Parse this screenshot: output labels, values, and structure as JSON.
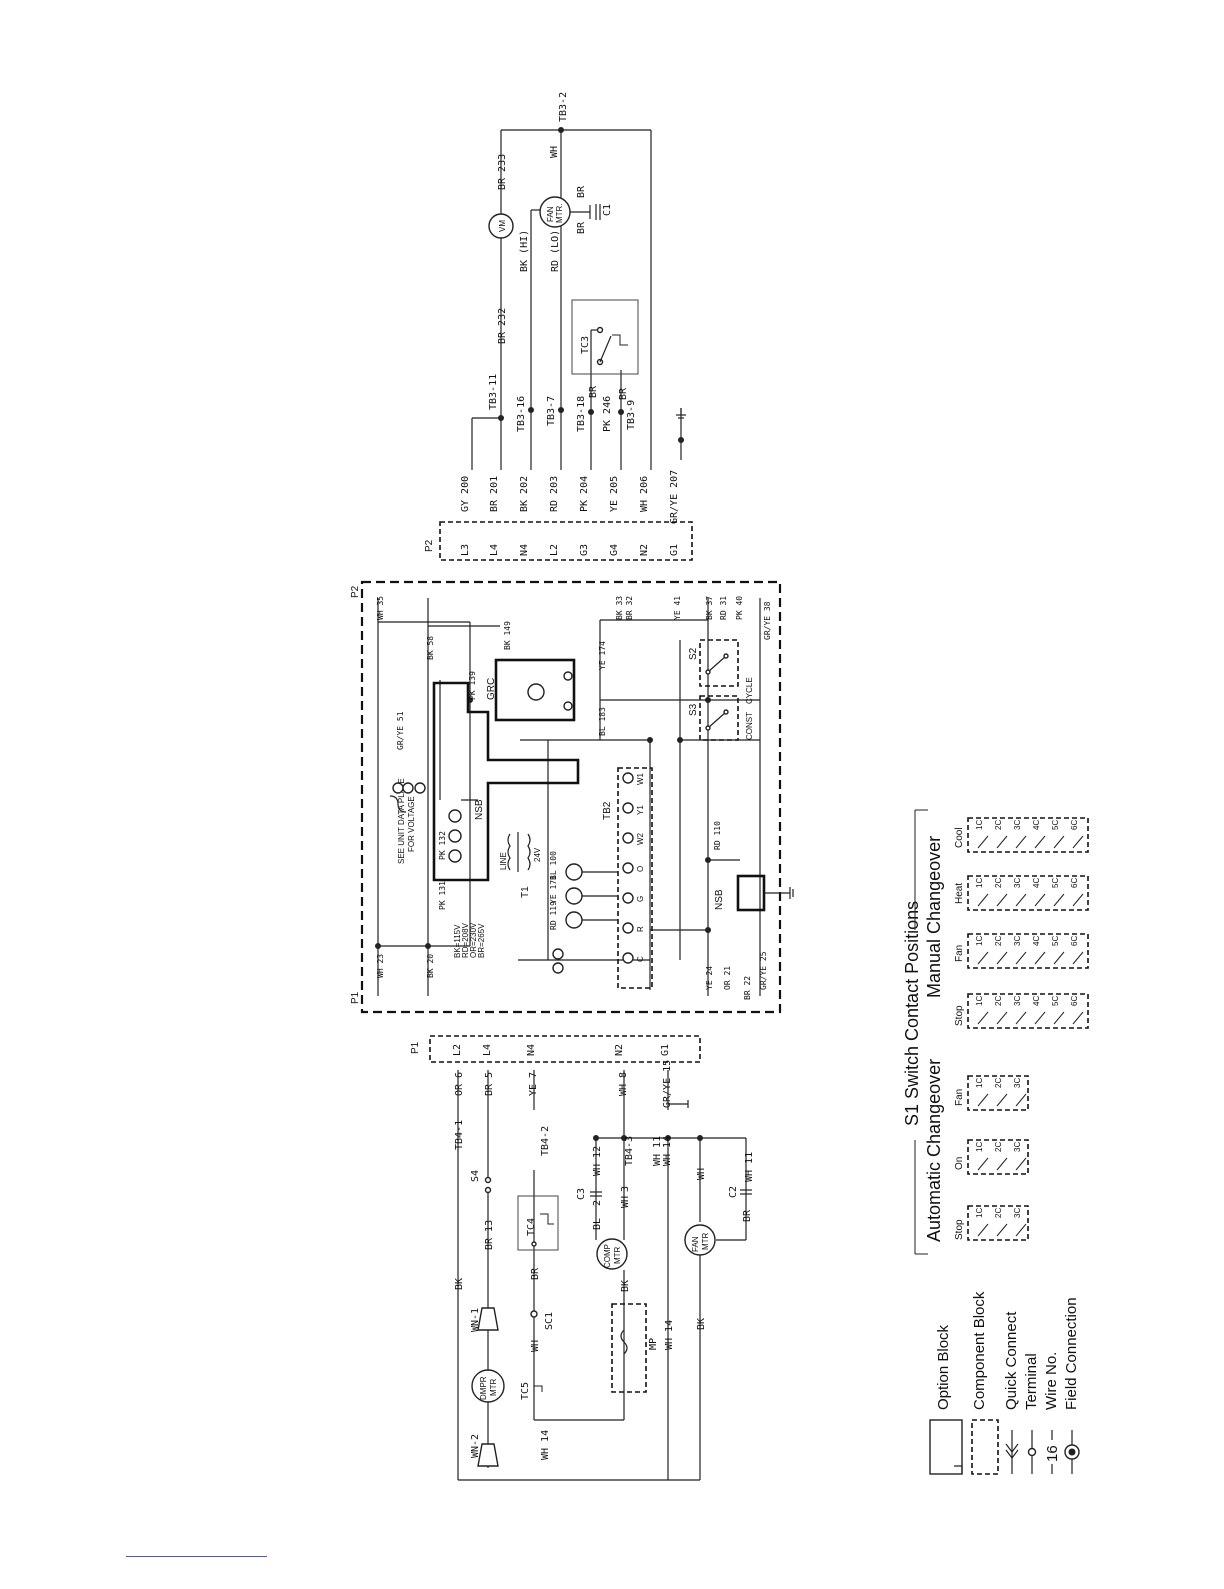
{
  "p2_connector": {
    "label": "P2",
    "pins": [
      {
        "pin": "L3",
        "wire": "GY 200"
      },
      {
        "pin": "L4",
        "wire": "BR 201"
      },
      {
        "pin": "N4",
        "wire": "BK 202"
      },
      {
        "pin": "L2",
        "wire": "RD 203"
      },
      {
        "pin": "G3",
        "wire": "PK 204"
      },
      {
        "pin": "G4",
        "wire": "YE 205"
      },
      {
        "pin": "N2",
        "wire": "WH 206"
      },
      {
        "pin": "G1",
        "wire": "GR/YE 207"
      }
    ]
  },
  "top_circuit": {
    "tb3_11": "TB3-11",
    "tb3_16": "TB3-16",
    "tb3_7": "TB3-7",
    "tb3_18": "TB3-18",
    "tb3_9": "TB3-9",
    "tb3_2": "TB3-2",
    "br232": "BR 232",
    "br233": "BR 233",
    "bk_hi": "BK (HI)",
    "rd_lo": "RD (LO)",
    "pk246": "PK 246",
    "br": "BR",
    "wh": "WH",
    "vm": "VM",
    "fan_mtr_1": "FAN",
    "fan_mtr_2": "MTR.",
    "c1": "C1",
    "tc3": "TC3"
  },
  "center_panel": {
    "p1": "P1",
    "p2": "P2",
    "nsb": "NSB",
    "grc": "GRC",
    "tb2": "TB2",
    "t1": "T1",
    "line": "LINE",
    "v24": "24V",
    "s2": "S2",
    "s3": "S3",
    "const": "CONST",
    "cycle": "CYCLE",
    "unit_plate": "SEE UNIT DATA PLATE",
    "for_voltage": "FOR VOLTAGE",
    "voltage_codes": [
      "BK=115V",
      "RD=208V",
      "OR=230V",
      "BR=265V"
    ],
    "tb2_terminals": [
      "C",
      "R",
      "G",
      "O",
      "W2",
      "Y1",
      "W1"
    ],
    "wires": [
      "WH 23",
      "BK 20",
      "WH 35",
      "BK 58",
      "PK 139",
      "BK 149",
      "YE 174",
      "BL 183",
      "GR/YE 51",
      "PK 131",
      "PK 132",
      "RD 110",
      "RD 119",
      "BL 100",
      "YE 171",
      "BR 22",
      "YE 24",
      "OR 21",
      "GR/YE 25",
      "BK 33",
      "BR 32",
      "YE 41",
      "BK 37",
      "RD 31",
      "PK 40",
      "GR/YE 38"
    ]
  },
  "p1_connector": {
    "label": "P1",
    "pins": [
      {
        "pin": "L2",
        "wire": "OR 6"
      },
      {
        "pin": "L4",
        "wire": "BR 5"
      },
      {
        "pin": "N4",
        "wire": "YE 7"
      },
      {
        "pin": "N2",
        "wire": "WH 8"
      },
      {
        "pin": "G1",
        "wire": "GR/YE 15"
      }
    ]
  },
  "bottom_circuit": {
    "tb4_1": "TB4-1",
    "tb4_2": "TB4-2",
    "tb4_3": "TB4-3",
    "s4": "S4",
    "tc4": "TC4",
    "tc5": "TC5",
    "sc1": "SC1",
    "c3": "C3",
    "c2": "C2",
    "mp": "MP",
    "wn1": "WN-1",
    "wn2": "WN-2",
    "dmpr_1": "DMPR",
    "dmpr_2": "MTR",
    "comp_1": "COMP",
    "comp_2": "MTR",
    "fan_1": "FAN",
    "fan_2": "MTR",
    "br13": "BR 13",
    "bk": "BK",
    "br": "BR",
    "wh": "WH",
    "wh14": "WH 14",
    "wh14b": "WH 14",
    "wh11": "WH 11",
    "wh11b": "WH 11",
    "wh12": "WH 12",
    "wh14c": "WH 14",
    "bl": "BL",
    "wh3": "WH",
    "n2": "2",
    "n3": "3"
  },
  "s1_table": {
    "title": "S1 Switch Contact Positions",
    "automatic": {
      "heading": "Automatic Changeover",
      "modes": [
        "Stop",
        "On",
        "Fan"
      ],
      "contacts": [
        "1C",
        "2C",
        "3C"
      ]
    },
    "manual": {
      "heading": "Manual Changeover",
      "modes": [
        "Stop",
        "Fan",
        "Heat",
        "Cool"
      ],
      "contacts": [
        "1C",
        "2C",
        "3C",
        "4C",
        "5C",
        "6C"
      ]
    }
  },
  "legend": {
    "items": [
      {
        "label": "Option Block"
      },
      {
        "label": "Component Block"
      },
      {
        "label": "Quick Connect"
      },
      {
        "label": "Terminal"
      },
      {
        "label": "Wire No.",
        "symbol_text": "16"
      },
      {
        "label": "Field Connection"
      }
    ]
  }
}
